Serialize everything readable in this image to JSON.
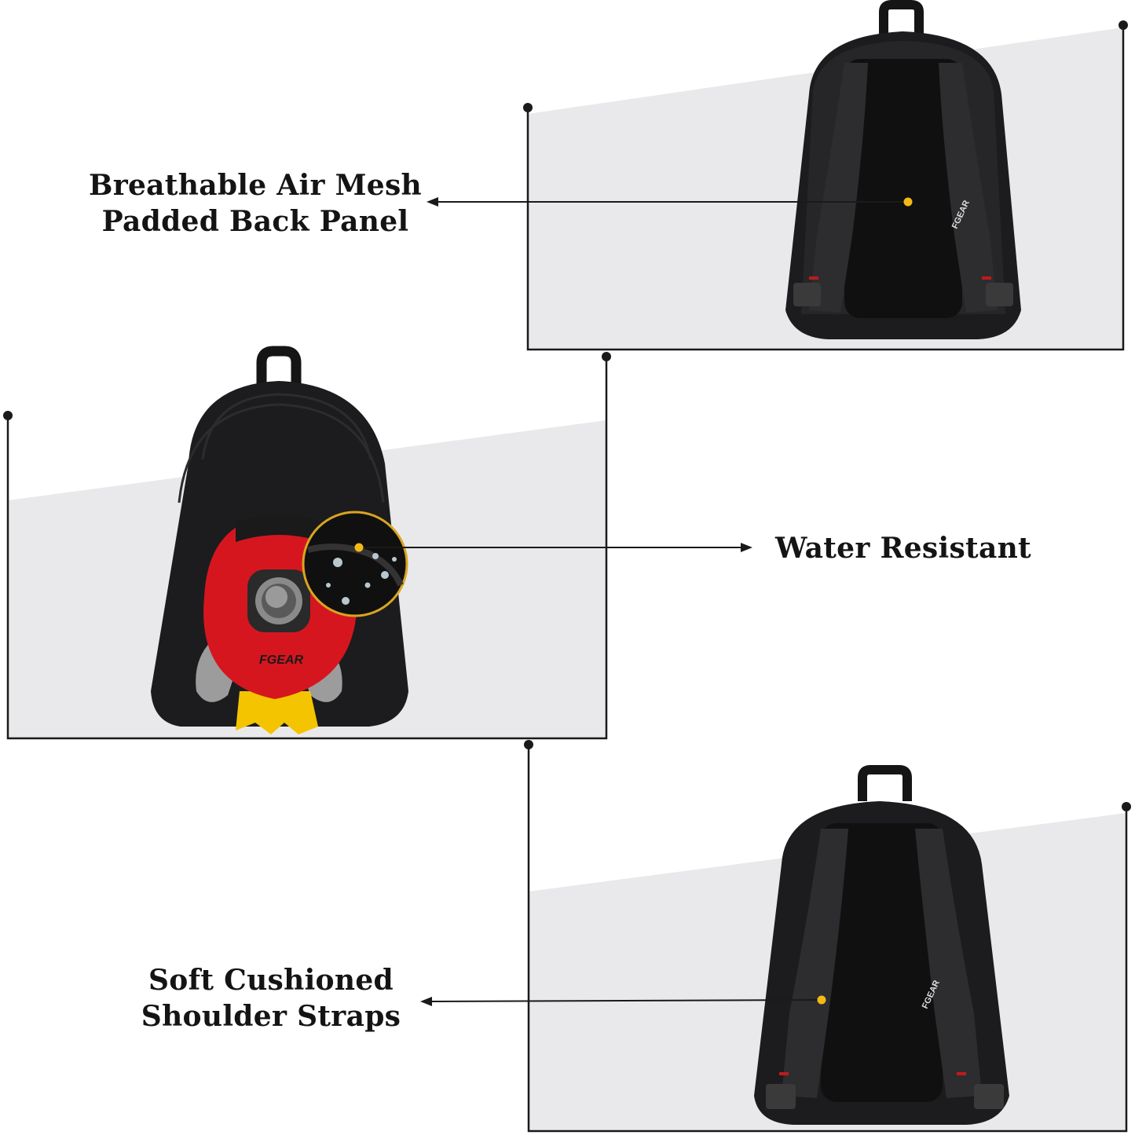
{
  "features": [
    {
      "lines": [
        "Breathable Air Mesh",
        "Padded Back Panel"
      ]
    },
    {
      "lines": [
        "Water Resistant"
      ]
    },
    {
      "lines": [
        "Soft Cushioned",
        "Shoulder Straps"
      ]
    }
  ],
  "brand": {
    "logo_text": "FGEAR"
  },
  "colors": {
    "panel": "#e9e9eb",
    "line": "#1a1a1a",
    "bag": "#1c1c1e",
    "accent_dot": "#f5b915",
    "rocket_red": "#d6161f",
    "flame": "#f4c400",
    "fin": "#9c9c9c"
  }
}
